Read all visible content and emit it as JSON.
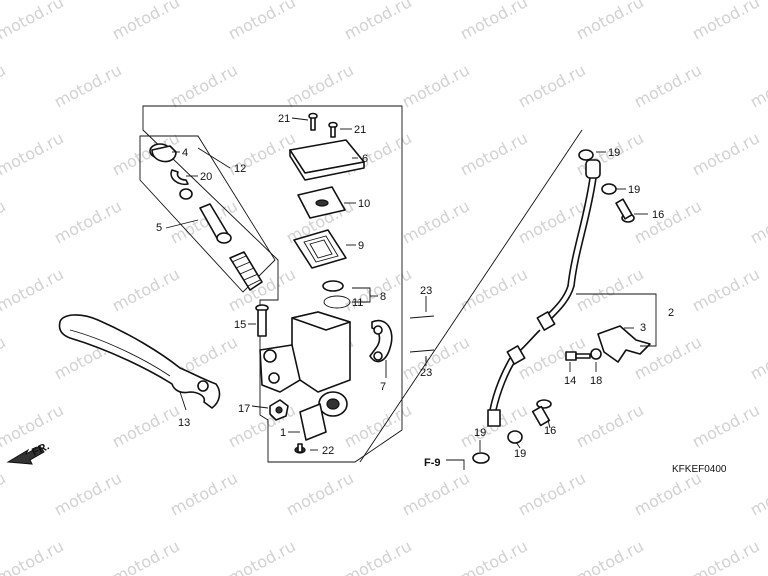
{
  "watermark": "motod.ru",
  "diagram_code": "KFKEF0400",
  "direction_label": "FR.",
  "section_ref": "F-9",
  "callouts": {
    "p1": "1",
    "p2": "2",
    "p3": "3",
    "p4": "4",
    "p5": "5",
    "p6": "6",
    "p7": "7",
    "p8": "8",
    "p9": "9",
    "p10": "10",
    "p11": "11",
    "p12": "12",
    "p13": "13",
    "p14": "14",
    "p15": "15",
    "p16a": "16",
    "p16b": "16",
    "p17": "17",
    "p18": "18",
    "p19a": "19",
    "p19b": "19",
    "p19c": "19",
    "p19d": "19",
    "p20": "20",
    "p21a": "21",
    "p21b": "21",
    "p22": "22",
    "p23a": "23",
    "p23b": "23"
  }
}
